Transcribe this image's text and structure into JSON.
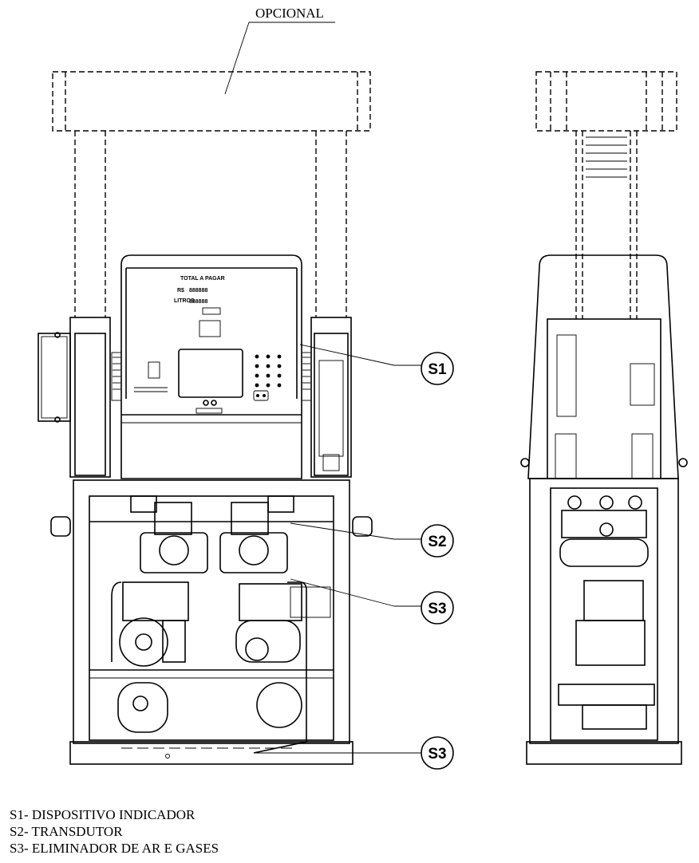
{
  "optional_label": "OPCIONAL",
  "callouts": [
    {
      "id": "s1",
      "text": "S1"
    },
    {
      "id": "s2",
      "text": "S2"
    },
    {
      "id": "s3a",
      "text": "S3"
    },
    {
      "id": "s3b",
      "text": "S3"
    }
  ],
  "panel": {
    "total_title": "TOTAL A PAGAR",
    "rs_label": "R$",
    "litros_label": "LITROS",
    "price_digits": "888888",
    "litres_digits": "888888"
  },
  "legend": [
    "S1- DISPOSITIVO INDICADOR",
    "S2- TRANSDUTOR",
    "S3- ELIMINADOR DE AR E GASES"
  ]
}
